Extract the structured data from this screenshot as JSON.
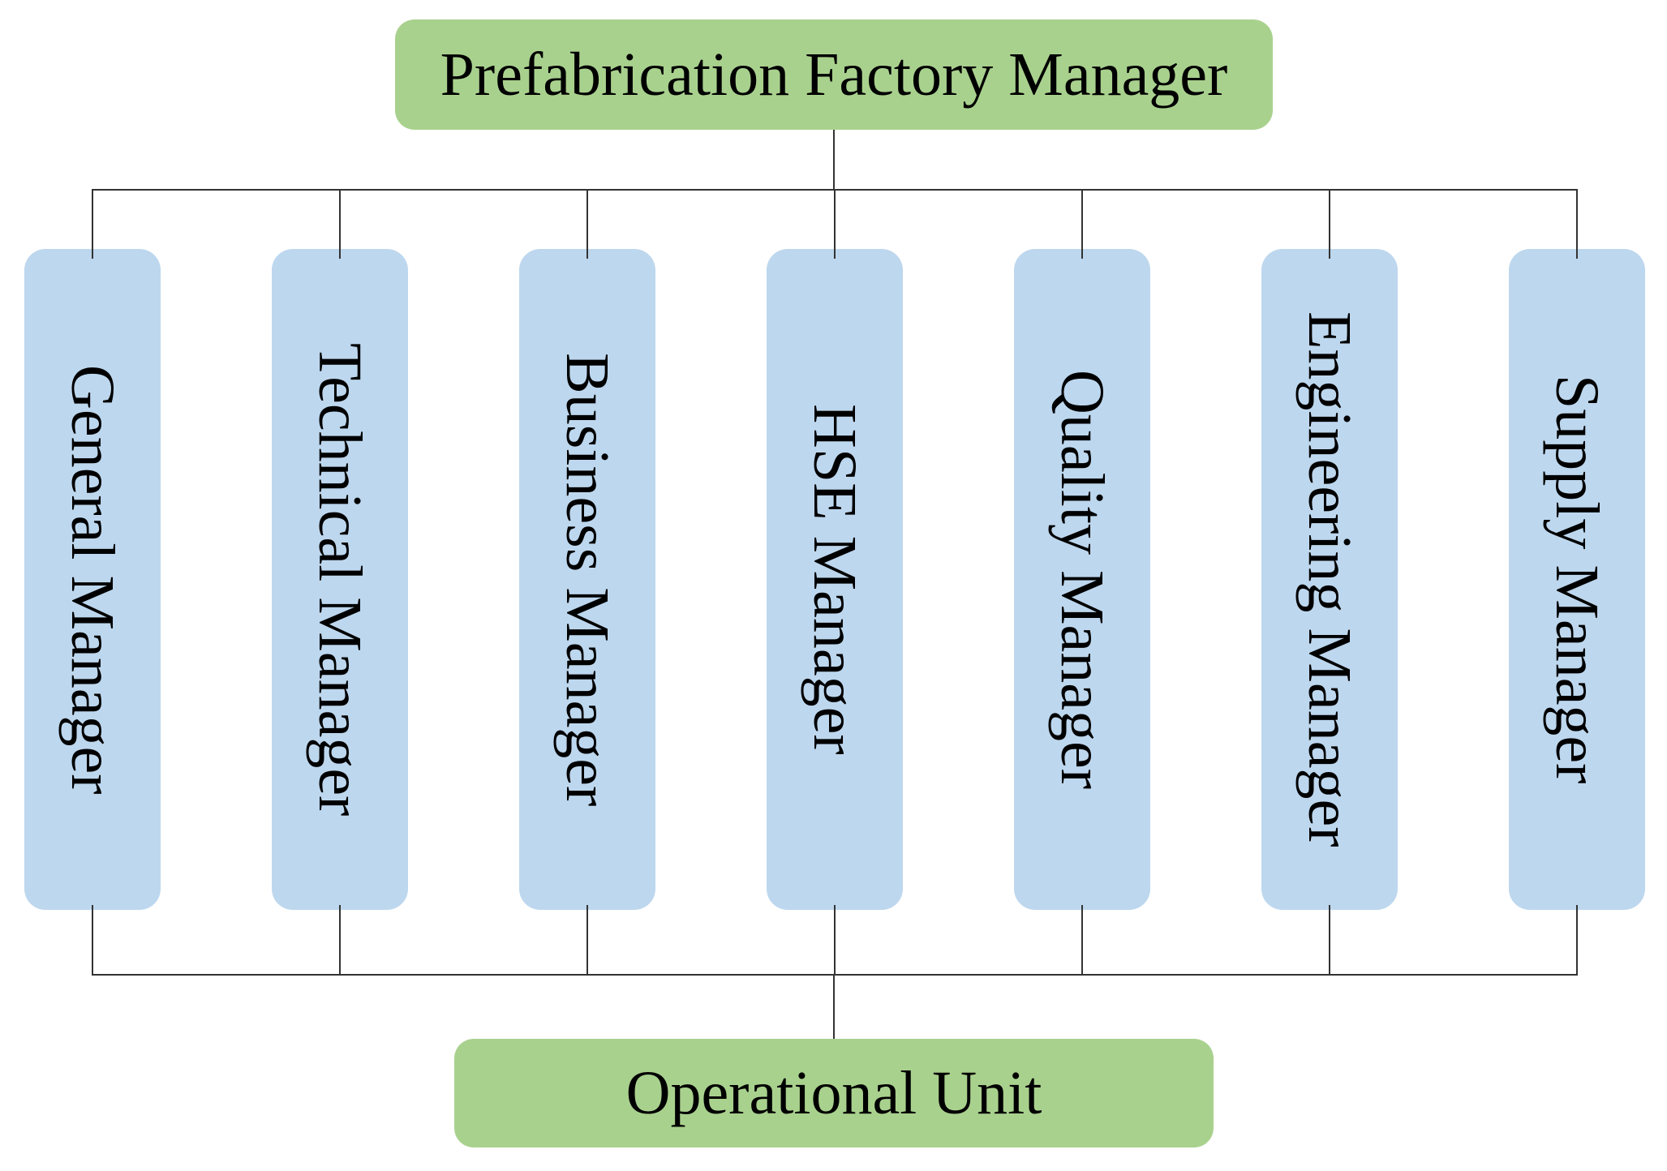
{
  "colors": {
    "node_green": "#A9D18E",
    "node_blue": "#BDD7EE",
    "connector": "#333333",
    "text": "#000000",
    "bg": "#FFFFFF"
  },
  "org": {
    "root": {
      "label": "Prefabrication Factory Manager"
    },
    "managers": [
      {
        "label": "General Manager"
      },
      {
        "label": "Technical Manager"
      },
      {
        "label": "Business Manager"
      },
      {
        "label": "HSE Manager"
      },
      {
        "label": "Quality Manager"
      },
      {
        "label": "Engineering Manager"
      },
      {
        "label": "Supply Manager"
      }
    ],
    "unit": {
      "label": "Operational Unit"
    }
  }
}
